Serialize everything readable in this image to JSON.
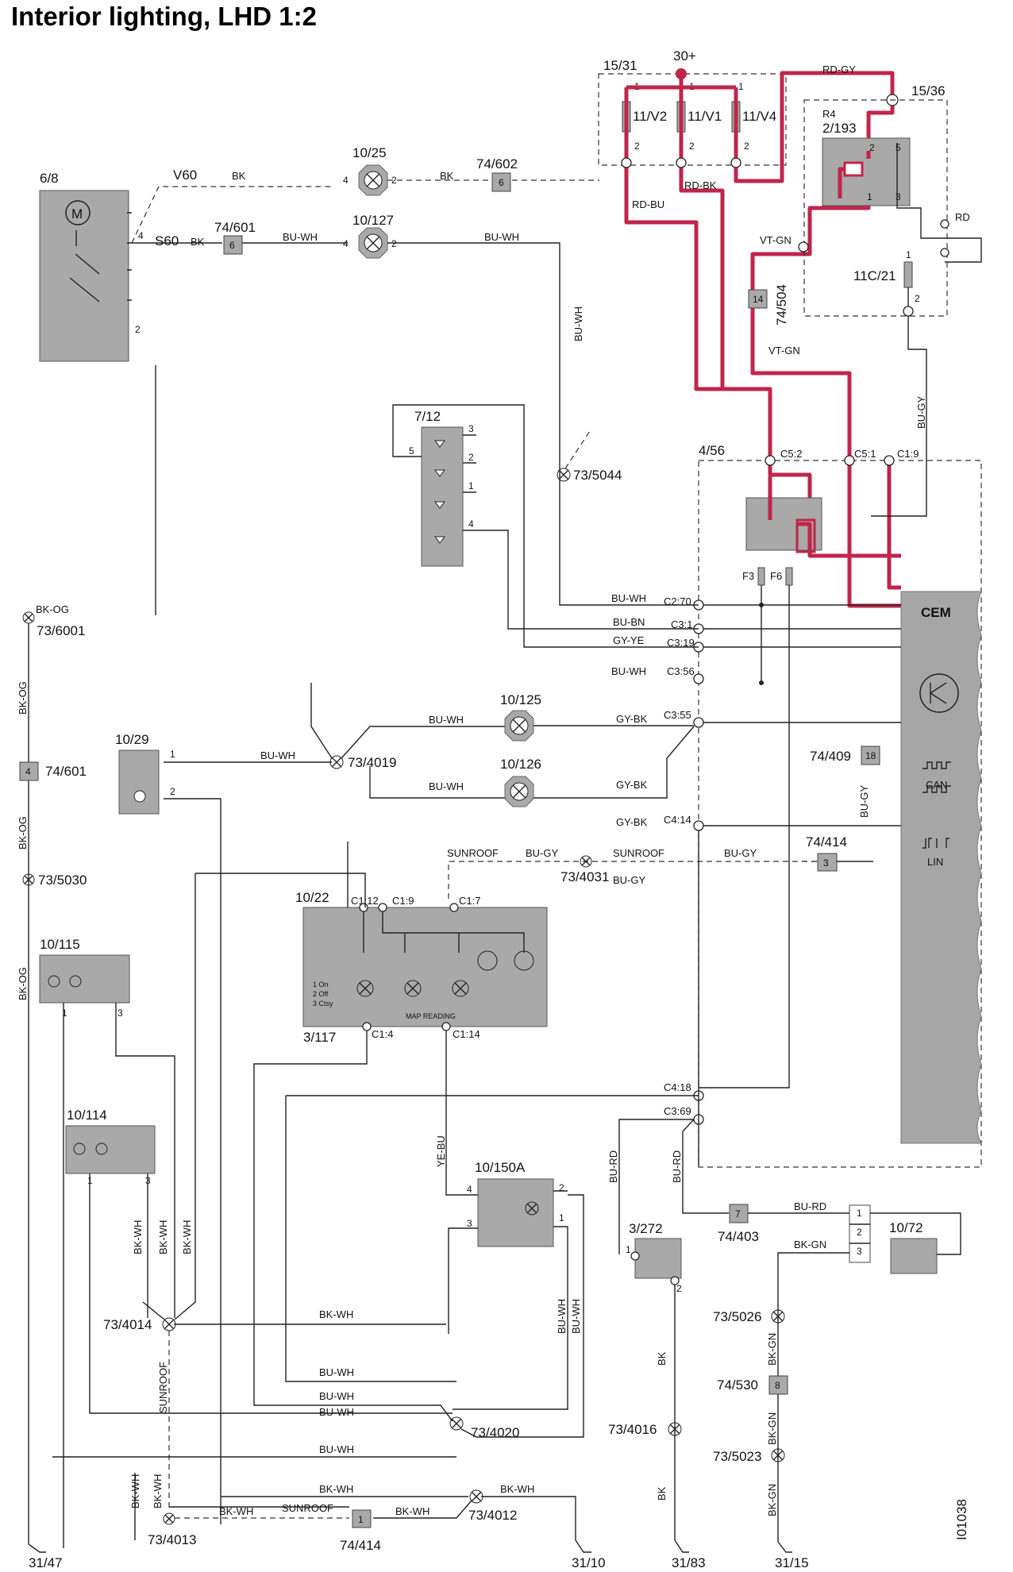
{
  "title": "Interior lighting, LHD 1:2",
  "doc_id": "I01038",
  "supply": {
    "batt": "30+",
    "t1531": "15/31",
    "t1536": "15/36"
  },
  "fuses": {
    "f2": "11/V2",
    "f1": "11/V1",
    "f4": "11/V4",
    "f11c21": "11C/21",
    "f3": "F3",
    "f6": "F6"
  },
  "relay": {
    "name": "R4",
    "id": "2/193"
  },
  "cem": {
    "name": "CEM",
    "id": "4/56",
    "can": "CAN",
    "lin": "LIN"
  },
  "components": {
    "c68": "6/8",
    "m": "M",
    "v60": "V60",
    "s60": "S60",
    "c1025": "10/25",
    "c10127": "10/127",
    "c74602": "74/602",
    "c74601a": "74/601",
    "c712": "7/12",
    "c735044": "73/5044",
    "c736001": "73/6001",
    "c74601b": "74/601",
    "c1029": "10/29",
    "c734019": "73/4019",
    "c10125": "10/125",
    "c10126": "10/126",
    "c74409": "74/409",
    "c74414a": "74/414",
    "c735030": "73/5030",
    "c734031": "73/4031",
    "c1022": "10/22",
    "c3117": "3/117",
    "mapreading": "MAP READING",
    "sw1": "1 On",
    "sw2": "2 Off",
    "sw3": "3 Ctsy",
    "c10115": "10/115",
    "c10114": "10/114",
    "c10150a": "10/150A",
    "c3272": "3/272",
    "c74403": "74/403",
    "c1072": "10/72",
    "c734014": "73/4014",
    "c734020": "73/4020",
    "c734016": "73/4016",
    "c735026": "73/5026",
    "c74530": "74/530",
    "c735023": "73/5023",
    "c734013": "73/4013",
    "c74414b": "74/414",
    "c734012": "73/4012",
    "c74504": "74/504"
  },
  "grounds": [
    "31/47",
    "31/10",
    "31/83",
    "31/15"
  ],
  "pins": {
    "c52": "C5:2",
    "c51": "C5:1",
    "c19": "C1:9",
    "c270": "C2:70",
    "c31": "C3:1",
    "c319": "C3:19",
    "c356": "C3:56",
    "c355": "C3:55",
    "c414": "C4:14",
    "c418": "C4:18",
    "c369": "C3:69",
    "c112": "C1:12",
    "c17": "C1:7",
    "c14": "C1:4",
    "c114": "C1:14"
  },
  "splice_nums": {
    "n6a": "6",
    "n6b": "6",
    "n14": "14",
    "n4": "4",
    "n18": "18",
    "n3": "3",
    "n7": "7",
    "n8": "8",
    "n1": "1"
  },
  "wires": {
    "rdgy": "RD-GY",
    "rdbu": "RD-BU",
    "rdbk": "RD-BK",
    "vtgn": "VT-GN",
    "vtgn2": "VT-GN",
    "rd": "RD",
    "bk": "BK",
    "buwh": "BU-WH",
    "bugy": "BU-GY",
    "bkog": "BK-OG",
    "bubn": "BU-BN",
    "gyye": "GY-YE",
    "gybk": "GY-BK",
    "sunroof": "SUNROOF",
    "bkwh": "BK-WH",
    "yebu": "YE-BU",
    "burd": "BU-RD",
    "bkgn": "BK-GN"
  },
  "colors": {
    "highlight": "#c0254a",
    "component": "#a9a9a9",
    "cem": "#a6a6a6"
  }
}
